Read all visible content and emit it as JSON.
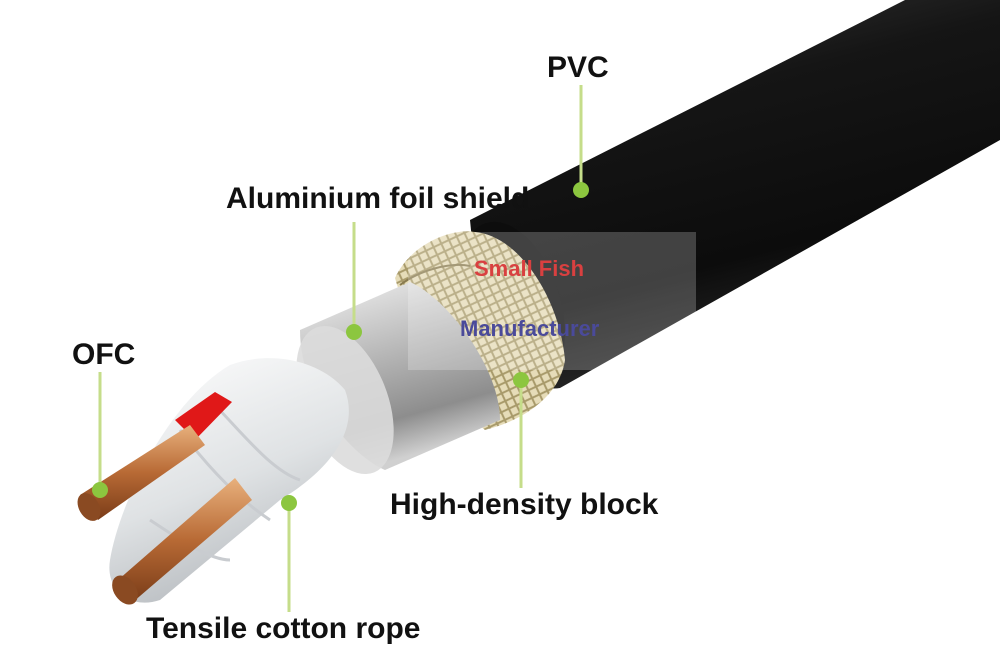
{
  "labels": {
    "pvc": "PVC",
    "aluminium_foil_shield": "Aluminium foil shield",
    "ofc": "OFC",
    "high_density_block": "High-density block",
    "tensile_cotton_rope": "Tensile cotton rope"
  },
  "watermark": {
    "line1": "Small Fish",
    "line2": "Manufacturer"
  },
  "colors": {
    "pointer_line": "#c5dd8a",
    "pointer_dot": "#8cc63f",
    "jacket": "#141414",
    "braid": "#d9cfa8",
    "foil": "#c8c8c8",
    "copper": "#c47a45",
    "red_insulation": "#e01818",
    "watermark_red": "#d94040",
    "watermark_blue": "#4a4a9a"
  }
}
